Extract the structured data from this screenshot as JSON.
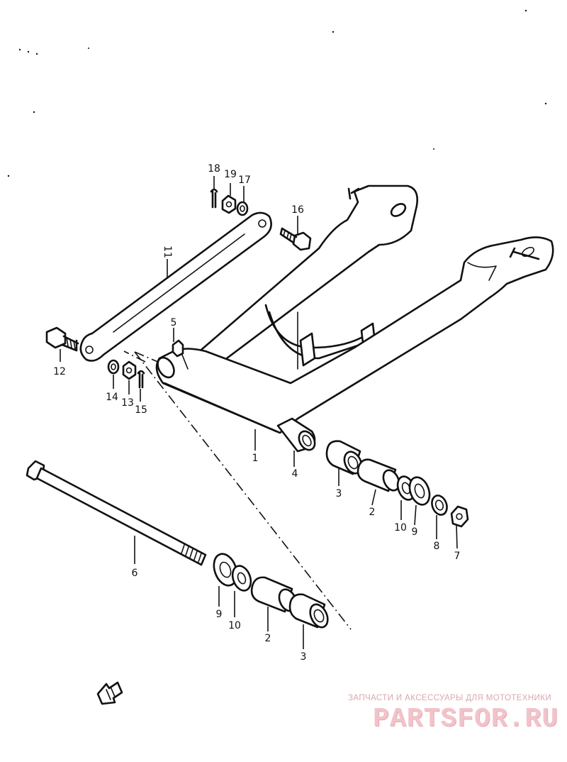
{
  "diagram": {
    "callouts": {
      "p1": "1",
      "p2a": "2",
      "p2b": "2",
      "p3a": "3",
      "p3b": "3",
      "p4": "4",
      "p5": "5",
      "p6": "6",
      "p7": "7",
      "p8": "8",
      "p9a": "9",
      "p9b": "9",
      "p10a": "10",
      "p10b": "10",
      "p11": "11",
      "p12": "12",
      "p13": "13",
      "p14": "14",
      "p15": "15",
      "p16": "16",
      "p17": "17",
      "p18": "18",
      "p19": "19"
    }
  },
  "watermark": {
    "tagline": "ЗАПЧАСТИ И АКСЕССУАРЫ ДЛЯ МОТОТЕХНИКИ",
    "logo": "PARTSFOR.RU"
  },
  "colors": {
    "line_art": "#111111",
    "watermark": "#f1c4c9"
  }
}
